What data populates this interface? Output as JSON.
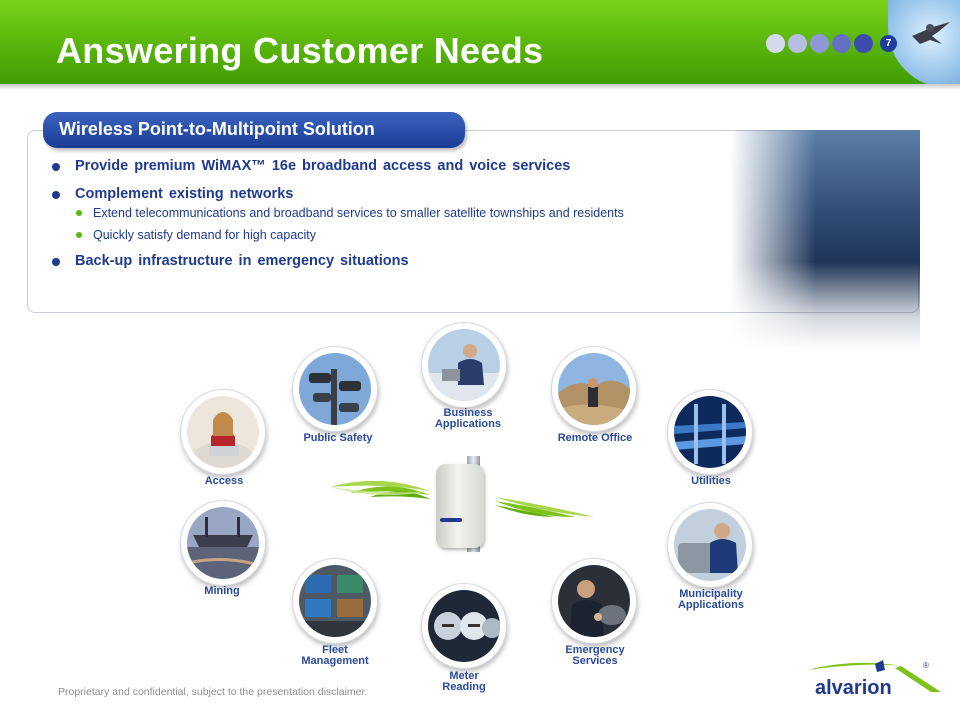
{
  "header": {
    "title": "Answering Customer Needs",
    "page_number": "7",
    "progress_dots": [
      "#d6d9ee",
      "#b7bde3",
      "#8e98d4",
      "#6471c2",
      "#3d4daf"
    ]
  },
  "section": {
    "tab_title": "Wireless Point-to-Multipoint Solution",
    "bullets": [
      "Provide premium WiMAX™ 16e broadband  access and voice services",
      "Complement  existing  networks",
      "Extend telecommunications and broadband services to smaller satellite townships and residents",
      "Quickly satisfy demand for high capacity",
      "Back-up  infrastructure  in  emergency  situations"
    ]
  },
  "applications": {
    "access": "Access",
    "public_safety": "Public Safety",
    "business_line1": "Business",
    "business_line2": "Applications",
    "remote_office": "Remote Office",
    "utilities": "Utilities",
    "mining": "Mining",
    "municipality_line1": "Municipality",
    "municipality_line2": "Applications",
    "fleet_line1": "Fleet",
    "fleet_line2": "Management",
    "emergency_line1": "Emergency",
    "emergency_line2": "Services",
    "meter_line1": "Meter",
    "meter_line2": "Reading"
  },
  "footer": {
    "disclaimer": "Proprietary and confidential, subject to the presentation disclaimer."
  },
  "logo": {
    "text": "alvarion",
    "registered": "®"
  },
  "colors": {
    "header_green": "#5cb80c",
    "brand_blue": "#1f3a8f",
    "tab_blue": "#1a3d95"
  }
}
